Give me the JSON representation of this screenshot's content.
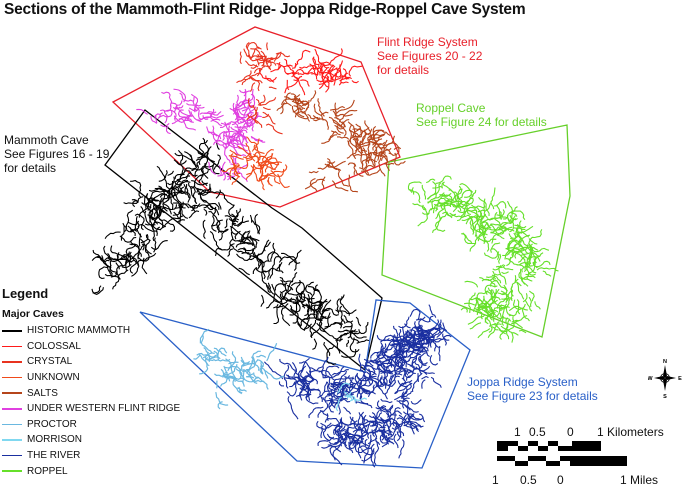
{
  "title": "Sections of the Mammoth-Flint Ridge- Joppa Ridge-Roppel Cave System",
  "colors": {
    "historic_mammoth": "#000000",
    "colossal": "#ff1a1a",
    "crystal": "#e8331f",
    "unknown": "#f04a1a",
    "salts": "#b5451b",
    "under_western_flint_ridge": "#e040e0",
    "proctor": "#6ab8e0",
    "morrison": "#80d8f0",
    "the_river": "#1a2fa0",
    "roppel": "#66e02a",
    "flint_ridge_boundary": "#e8202a",
    "roppel_boundary": "#66d02a",
    "mammoth_boundary": "#000000",
    "joppa_boundary": "#2a60c8"
  },
  "regions": {
    "flint": {
      "lines": [
        "Flint Ridge System",
        "See Figures 20 - 22",
        "for details"
      ],
      "color": "#e8202a"
    },
    "roppel": {
      "lines": [
        "Roppel Cave",
        "See Figure 24 for details"
      ],
      "color": "#66d02a"
    },
    "mammoth": {
      "lines": [
        "Mammoth Cave",
        "See Figures 16 - 19",
        "for details"
      ],
      "color": "#111111"
    },
    "joppa": {
      "lines": [
        "Joppa Ridge System",
        "See Figure 23 for details"
      ],
      "color": "#2a60c8"
    }
  },
  "legend": {
    "title": "Legend",
    "subtitle": "Major Caves",
    "items": [
      {
        "label": "HISTORIC MAMMOTH",
        "color": "#000000"
      },
      {
        "label": "COLOSSAL",
        "color": "#ff1a1a"
      },
      {
        "label": "CRYSTAL",
        "color": "#e8331f"
      },
      {
        "label": "UNKNOWN",
        "color": "#f04a1a"
      },
      {
        "label": "SALTS",
        "color": "#b5451b"
      },
      {
        "label": "UNDER WESTERN FLINT RIDGE",
        "color": "#e040e0"
      },
      {
        "label": "PROCTOR",
        "color": "#6ab8e0"
      },
      {
        "label": "MORRISON",
        "color": "#80d8f0"
      },
      {
        "label": "THE RIVER",
        "color": "#1a2fa0"
      },
      {
        "label": "ROPPEL",
        "color": "#66e02a"
      }
    ]
  },
  "scale": {
    "km_labels": [
      "1",
      "0.5",
      "0",
      "1 Kilometers"
    ],
    "mile_labels": [
      "1",
      "0.5",
      "0",
      "1 Miles"
    ]
  },
  "compass": {
    "n": "N",
    "s": "S",
    "e": "E",
    "w": "W",
    "icon": "compass-rose-icon"
  }
}
